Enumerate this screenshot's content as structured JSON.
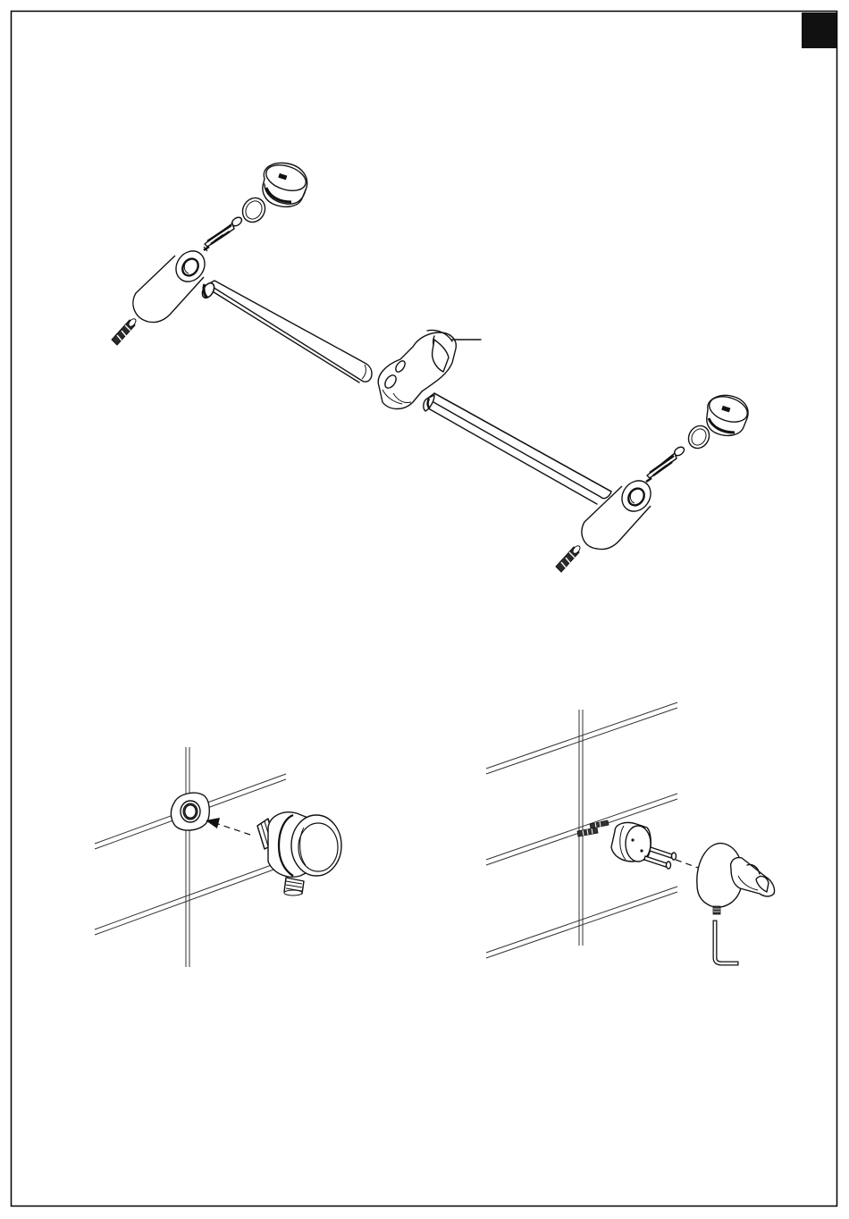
{
  "page": {
    "frame_color": "#000000",
    "corner_marker_color": "#111111",
    "background": "#ffffff"
  },
  "figures": [
    {
      "id": "exploded-slide-bar",
      "kind": "line-drawing"
    },
    {
      "id": "wall-outlet-install",
      "kind": "line-drawing"
    },
    {
      "id": "wall-bracket-install",
      "kind": "line-drawing"
    }
  ]
}
